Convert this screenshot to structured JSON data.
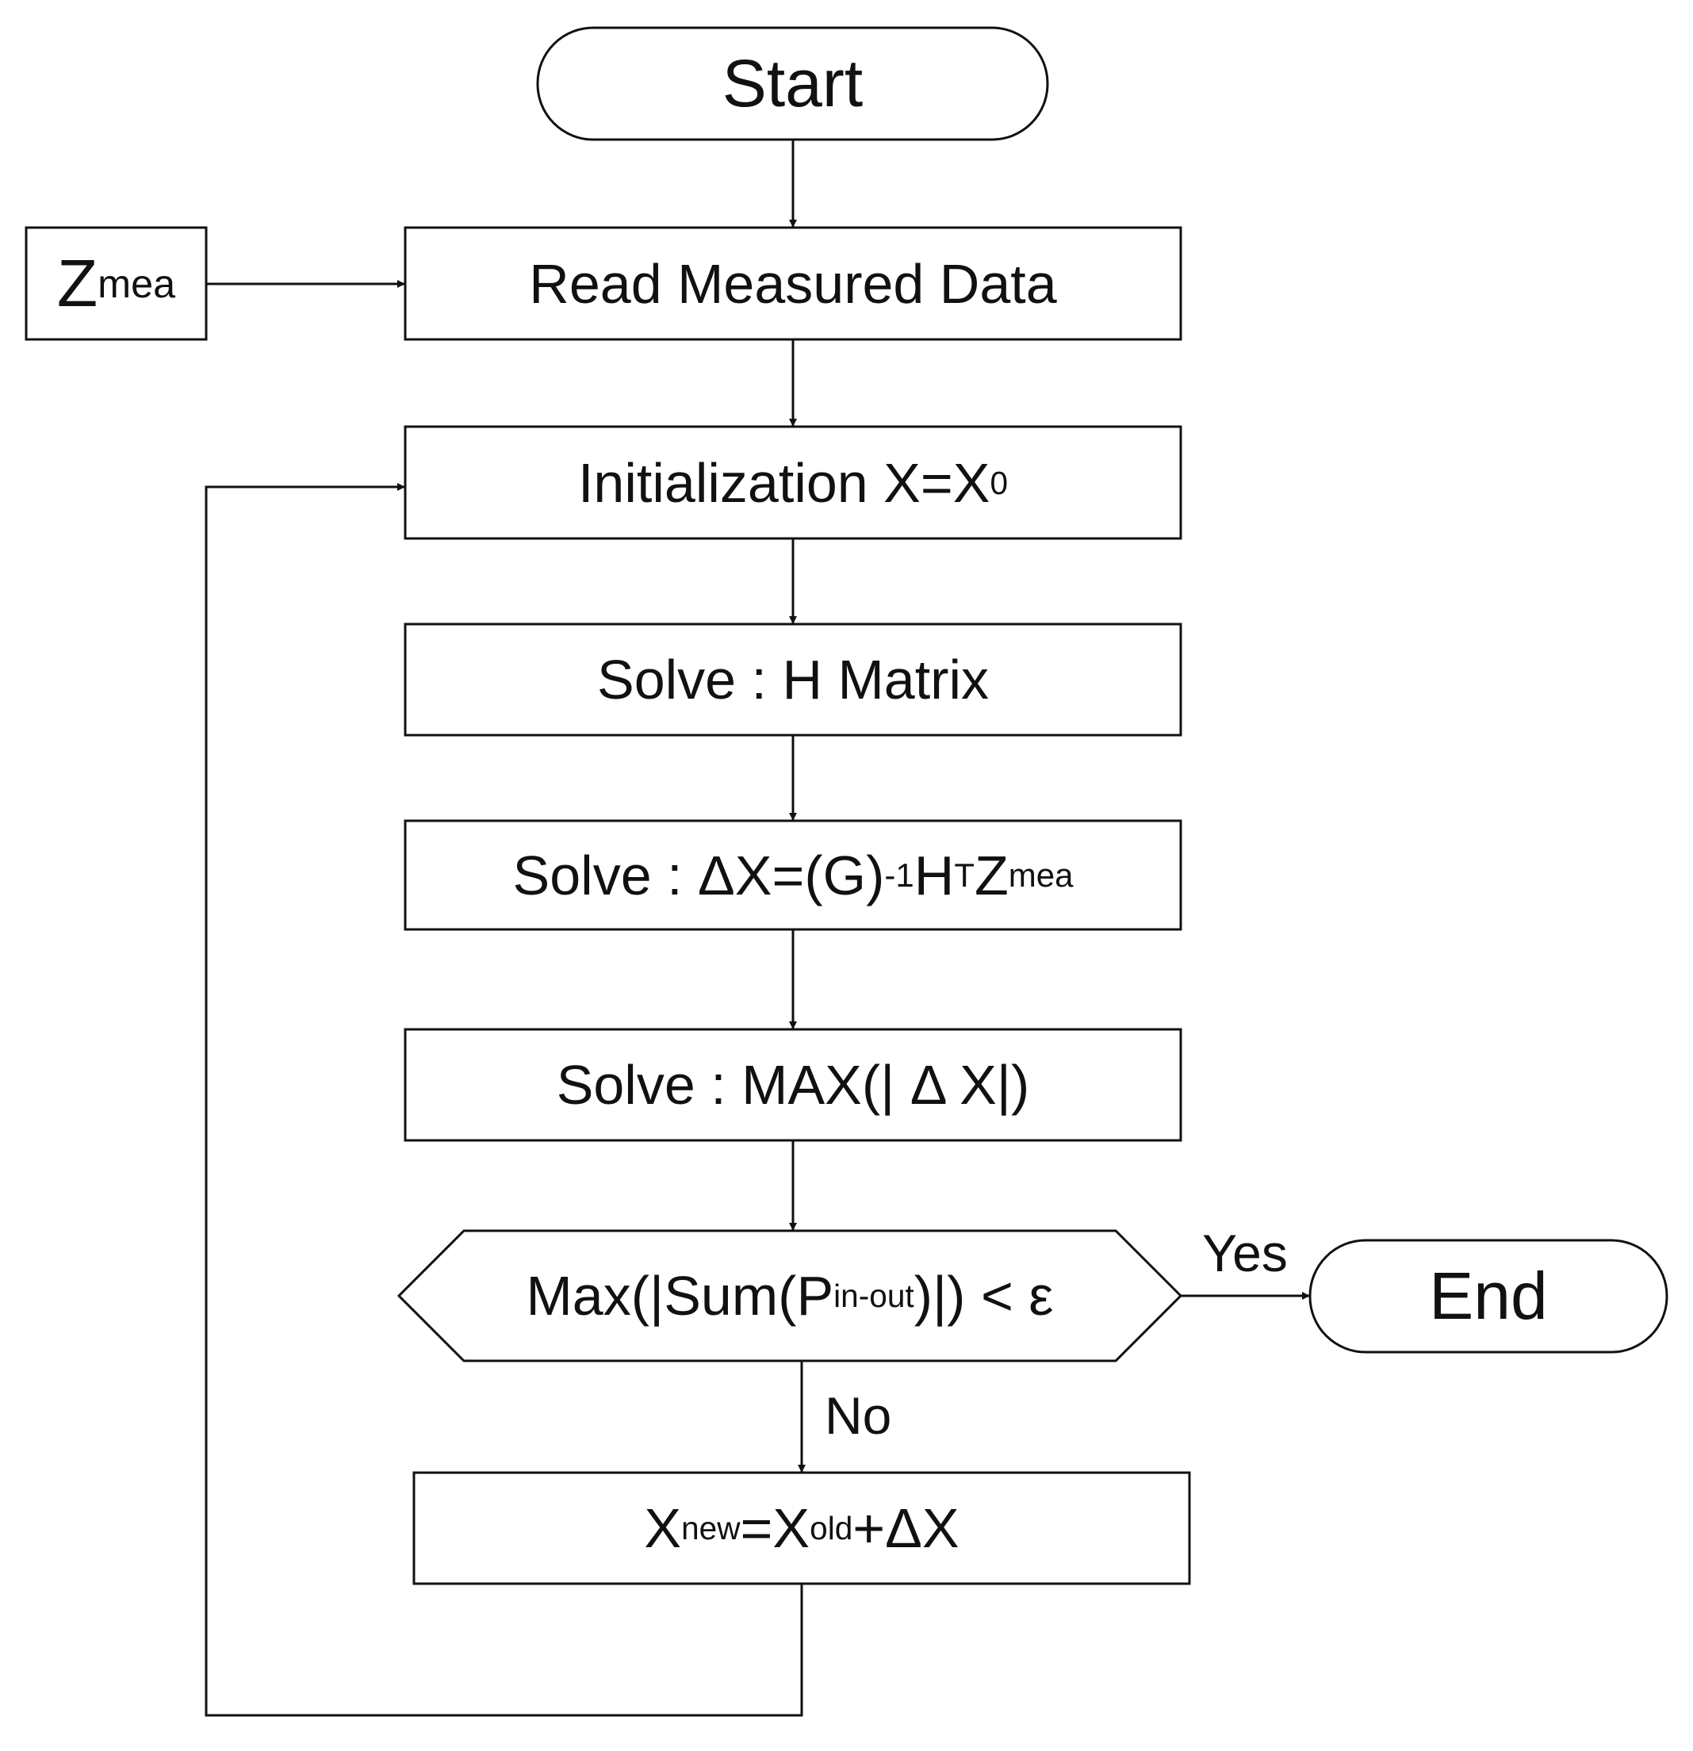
{
  "start": {
    "label": "Start"
  },
  "end": {
    "label": "End"
  },
  "measurement_input": {
    "base": "Z",
    "sup": "mea"
  },
  "read_data": {
    "label": "Read Measured Data"
  },
  "initialization": {
    "text": "Initialization X=X",
    "sub": "0"
  },
  "solve_h": {
    "label": "Solve : H Matrix"
  },
  "solve_dx": {
    "prefix": "Solve : ΔX=(G)",
    "sup1": "-1",
    "h": "H",
    "sup2": "T",
    "z": "Z",
    "sup3": "mea"
  },
  "solve_max": {
    "label": "Solve : MAX(| Δ X|)"
  },
  "decision": {
    "prefix": "Max(|Sum(P",
    "sub": "in-out",
    "suffix": ")|) < ε"
  },
  "yes_label": "Yes",
  "no_label": "No",
  "update": {
    "x1": "X",
    "sub1": "new",
    "eq": "=X",
    "sub2": "old",
    "tail": "+ΔX"
  },
  "colors": {
    "stroke": "#111111",
    "background": "#ffffff"
  }
}
